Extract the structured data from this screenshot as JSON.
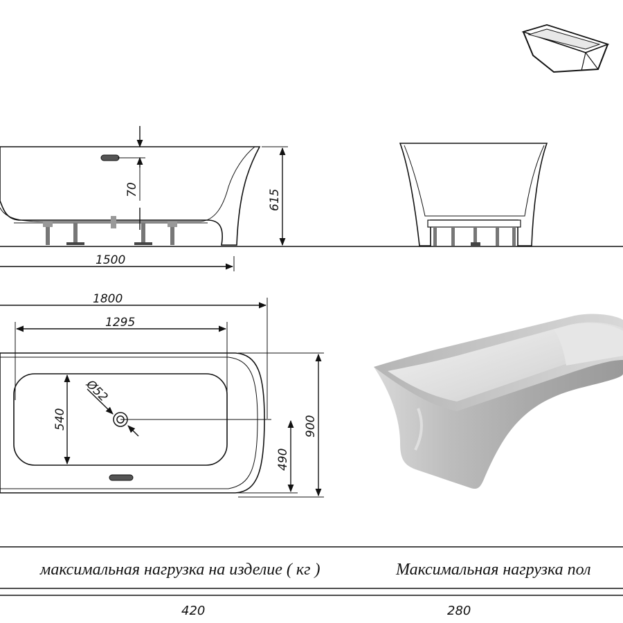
{
  "dimensions": {
    "overflow_height": "70",
    "total_height": "615",
    "base_length": "1500",
    "total_length": "1800",
    "inner_length": "1295",
    "drain_diameter": "Ø52",
    "inner_width": "540",
    "total_width": "900",
    "drain_offset": "490"
  },
  "table": {
    "header_left": "максимальная нагрузка на изделие ( кг )",
    "header_right": "Максимальная нагрузка пол",
    "value_left": "420",
    "value_right": "280"
  },
  "icons": [
    "bathtub-thumbnail-icon",
    "bathtub-3d-render"
  ]
}
